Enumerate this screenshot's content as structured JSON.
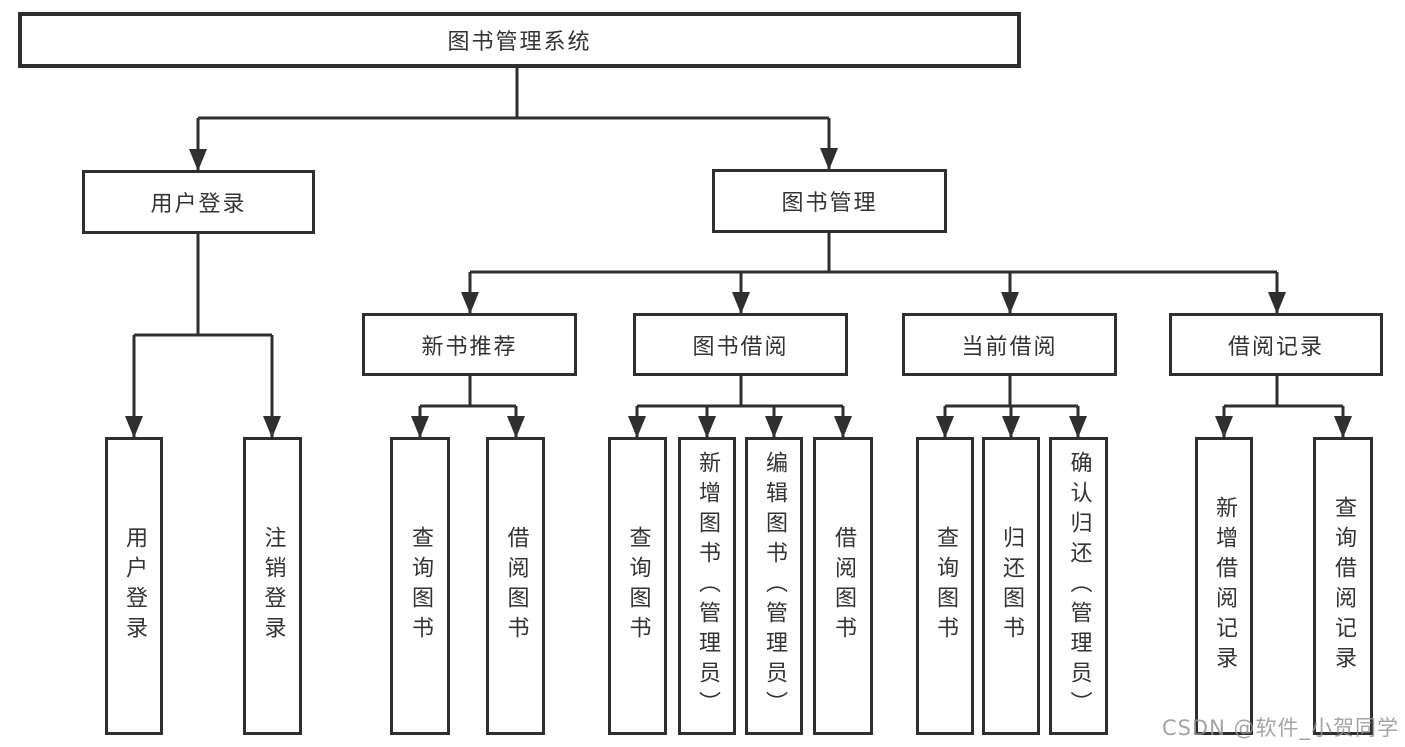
{
  "diagram": {
    "tree": {
      "label": "图书管理系统",
      "children": [
        {
          "label": "用户登录",
          "children": [
            {
              "label": "用户登录"
            },
            {
              "label": "注销登录"
            }
          ]
        },
        {
          "label": "图书管理",
          "children": [
            {
              "label": "新书推荐",
              "children": [
                {
                  "label": "查询图书"
                },
                {
                  "label": "借阅图书"
                }
              ]
            },
            {
              "label": "图书借阅",
              "children": [
                {
                  "label": "查询图书"
                },
                {
                  "label": "新增图书（管理员）"
                },
                {
                  "label": "编辑图书（管理员）"
                },
                {
                  "label": "借阅图书"
                }
              ]
            },
            {
              "label": "当前借阅",
              "children": [
                {
                  "label": "查询图书"
                },
                {
                  "label": "归还图书"
                },
                {
                  "label": "确认归还（管理员）"
                }
              ]
            },
            {
              "label": "借阅记录",
              "children": [
                {
                  "label": "新增借阅记录"
                },
                {
                  "label": "查询借阅记录"
                }
              ]
            }
          ]
        }
      ]
    },
    "colors": {
      "line": "#2f2f2f",
      "box_border": "#2f2f2f",
      "box_background": "#ffffff",
      "text": "#333333",
      "watermark": "#949494"
    }
  },
  "watermark": {
    "text": "CSDN @软件_小贺同学"
  }
}
